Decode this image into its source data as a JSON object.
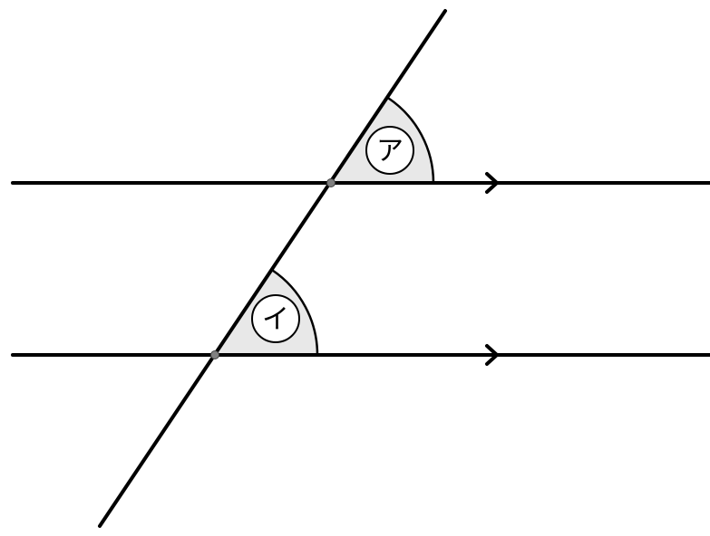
{
  "diagram": {
    "type": "parallel-lines-transversal",
    "angles": [
      {
        "label": "ア"
      },
      {
        "label": "イ"
      }
    ],
    "colors": {
      "line": "#000000",
      "angle_fill": "#e8e8e8",
      "point": "#808080",
      "background": "#ffffff"
    }
  }
}
